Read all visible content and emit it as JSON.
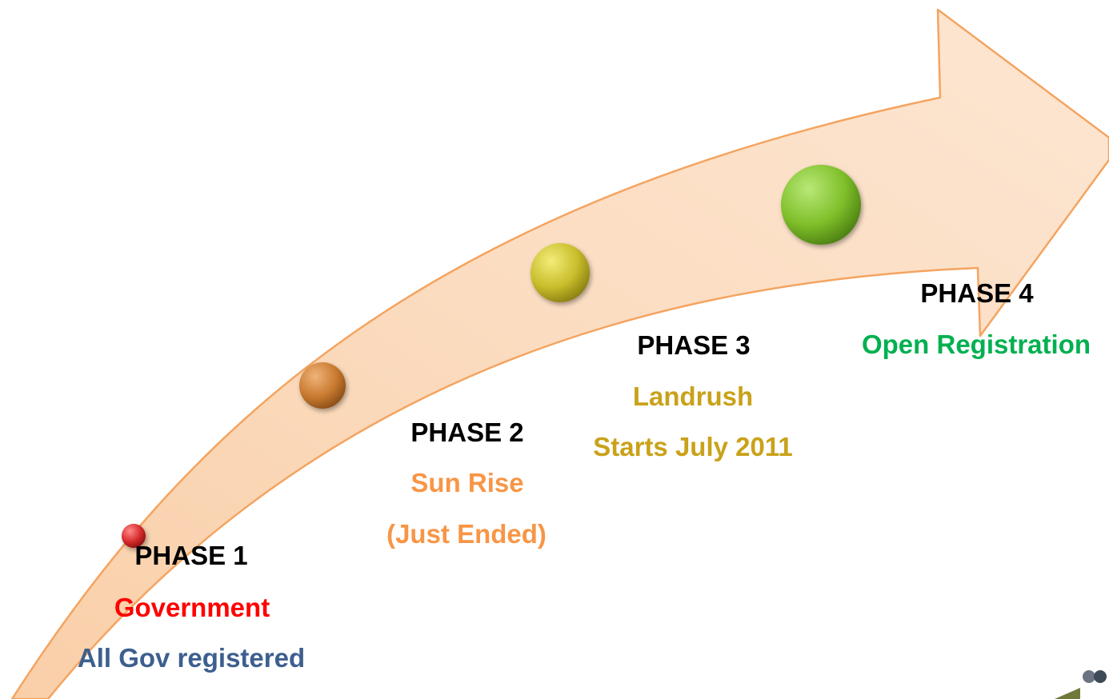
{
  "colors": {
    "arrow_fill_light": "#fde9d6",
    "arrow_fill_dark": "#f9cfa8",
    "arrow_stroke": "#f4a460",
    "phase_title": "#000000"
  },
  "phases": [
    {
      "title": "PHASE 1",
      "lines": [
        "Government",
        "All Gov registered"
      ],
      "line_colors": [
        "#ff0000",
        "#3d5f8f"
      ],
      "marker_color": "#d62b2b",
      "marker_icon": "red-sphere-icon"
    },
    {
      "title": "PHASE 2",
      "lines": [
        "Sun Rise",
        "(Just Ended)"
      ],
      "line_colors": [
        "#f79646",
        "#f79646"
      ],
      "marker_color": "#c97a30",
      "marker_icon": "orange-sphere-icon"
    },
    {
      "title": "PHASE 3",
      "lines": [
        "Landrush",
        "Starts July 2011"
      ],
      "line_colors": [
        "#c9a21a",
        "#c9a21a"
      ],
      "marker_color": "#c8bd2a",
      "marker_icon": "yellow-sphere-icon"
    },
    {
      "title": "PHASE 4",
      "lines": [
        "Open Registration"
      ],
      "line_colors": [
        "#00b050"
      ],
      "marker_color": "#7fbf2a",
      "marker_icon": "green-sphere-icon"
    }
  ]
}
